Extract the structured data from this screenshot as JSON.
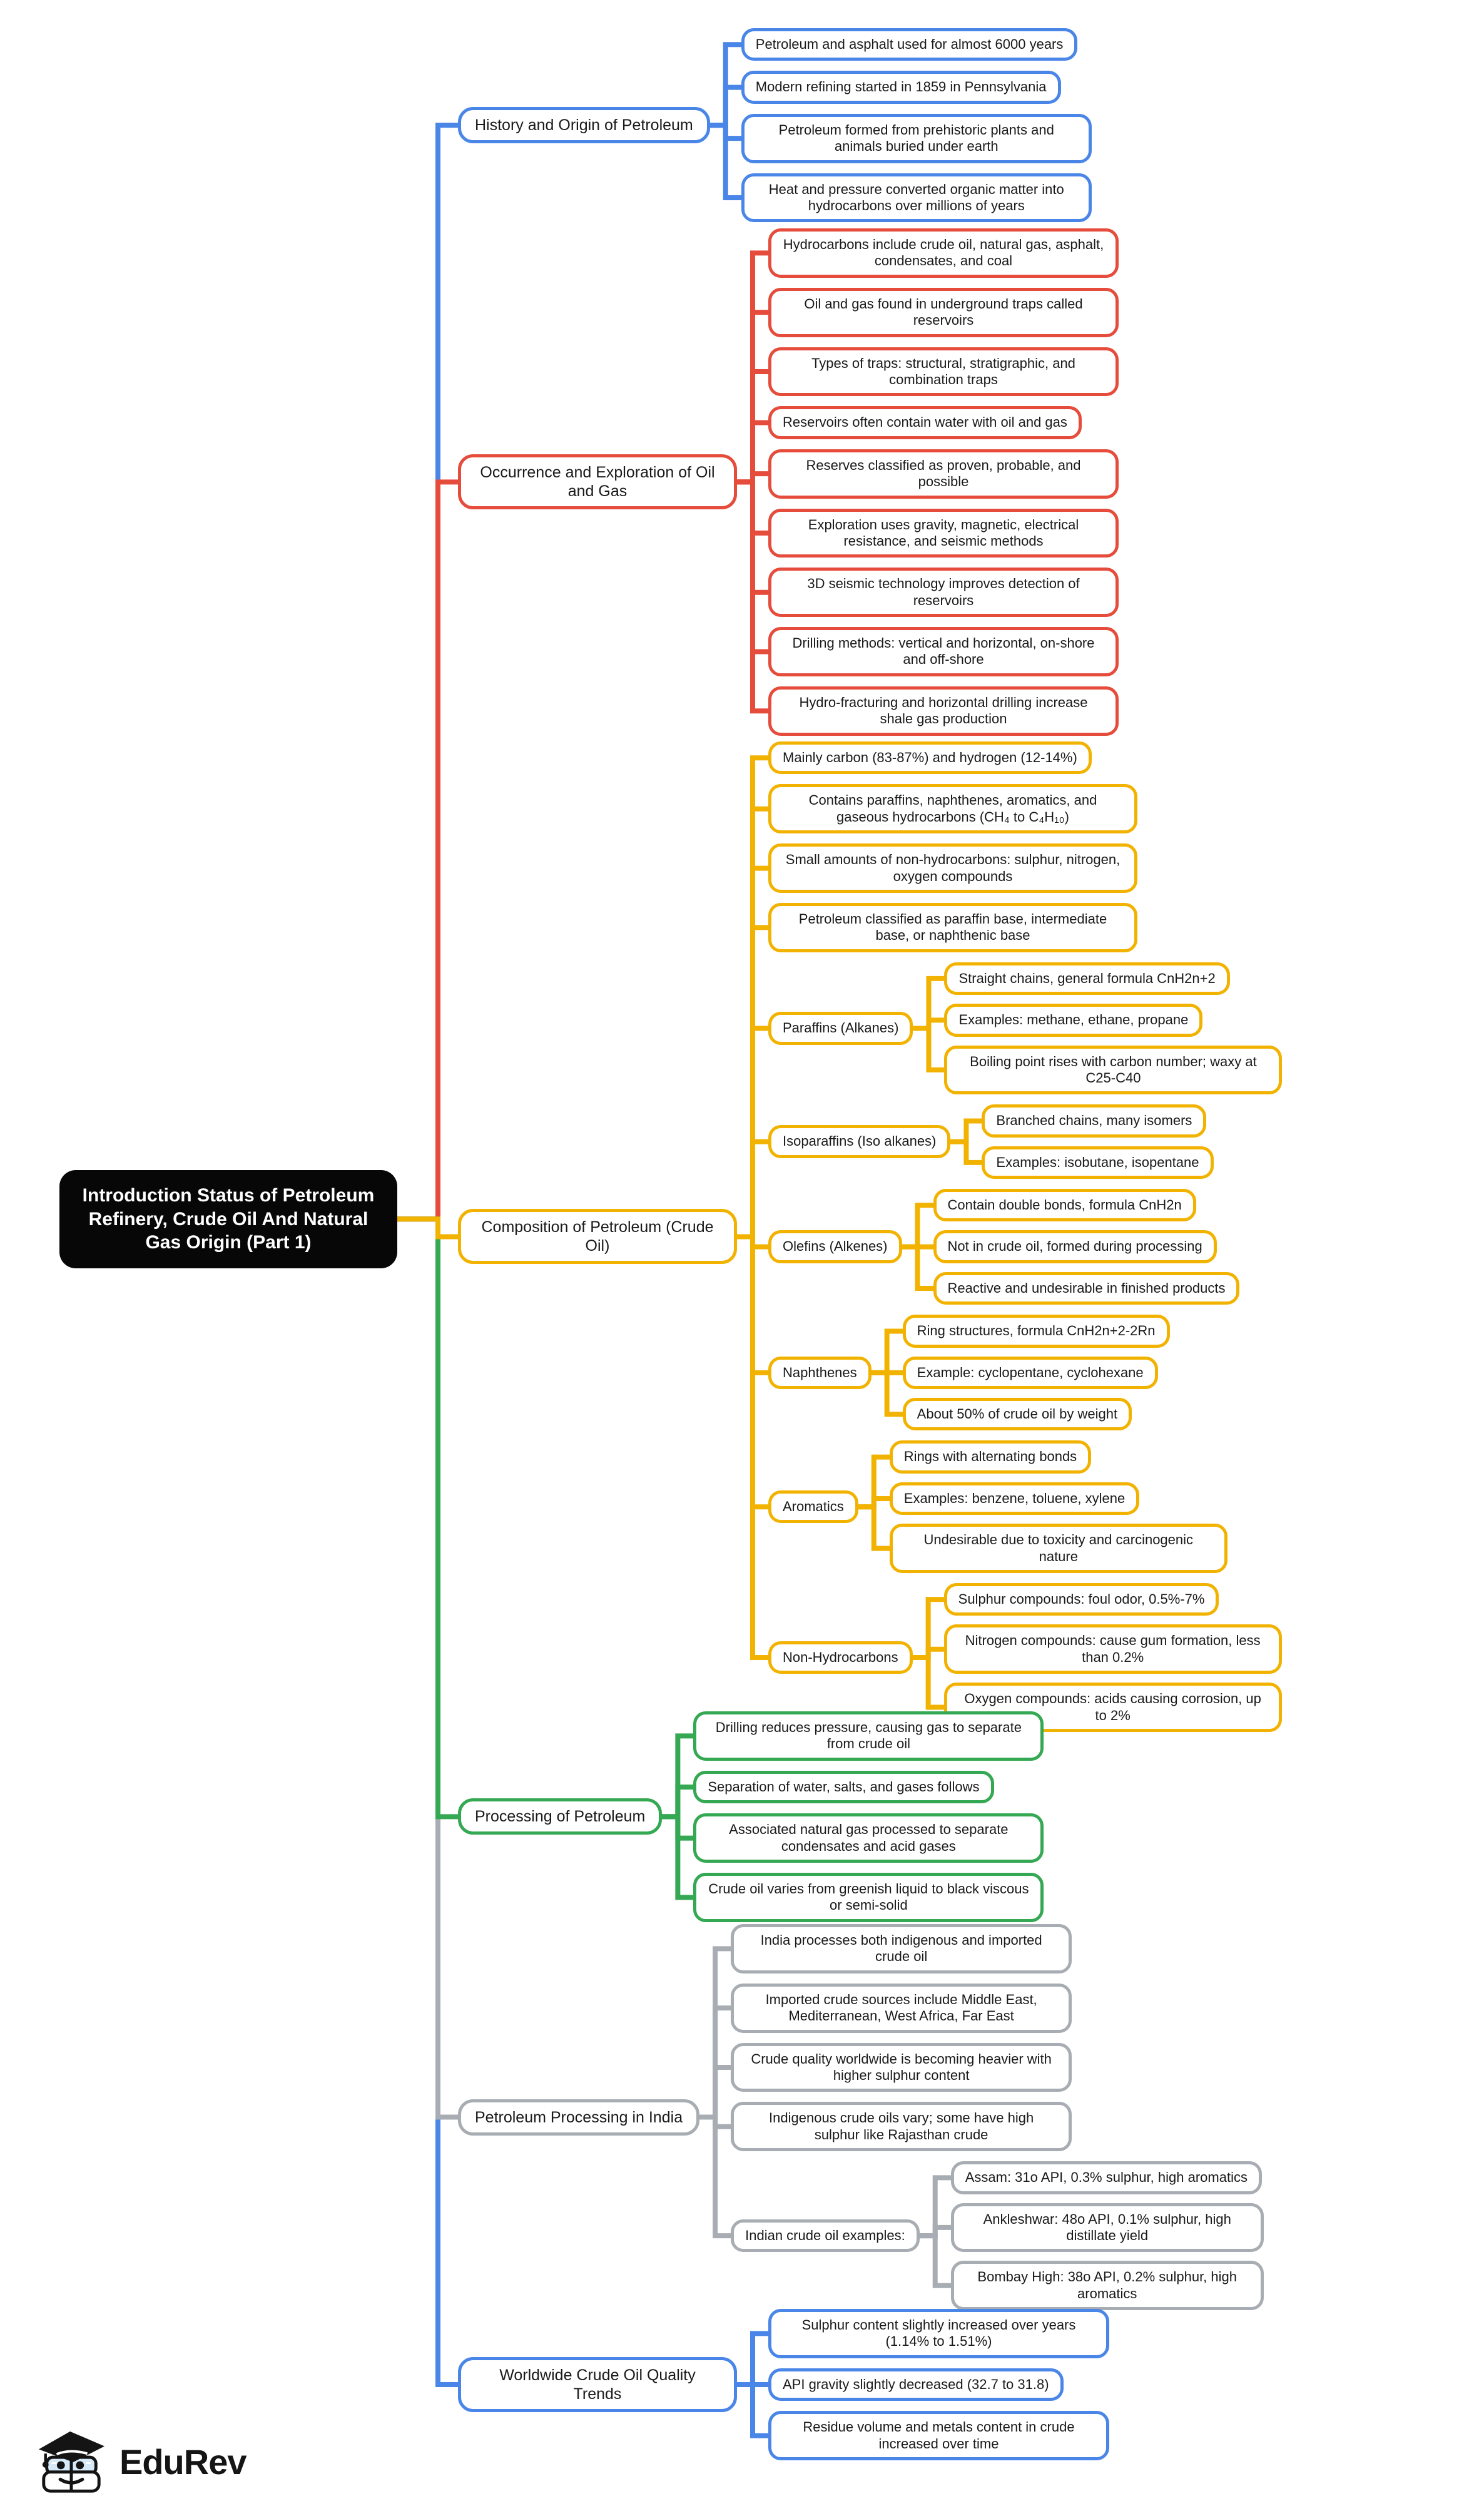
{
  "central": {
    "label": "Introduction Status of Petroleum Refinery, Crude Oil And Natural Gas Origin (Part 1)",
    "bg_color": "#070707",
    "text_color": "#ffffff"
  },
  "branches": [
    {
      "label": "History and Origin of Petroleum",
      "color": "#4a86e8",
      "children": [
        {
          "text": "Petroleum and asphalt used for almost 6000 years"
        },
        {
          "text": "Modern refining started in 1859 in Pennsylvania"
        },
        {
          "text": "Petroleum formed from prehistoric plants and animals buried under earth"
        },
        {
          "text": "Heat and pressure converted organic matter into hydrocarbons over millions of years"
        }
      ]
    },
    {
      "label": "Occurrence and Exploration of Oil and Gas",
      "color": "#e64c3c",
      "children": [
        {
          "text": "Hydrocarbons include crude oil, natural gas, asphalt, condensates, and coal"
        },
        {
          "text": "Oil and gas found in underground traps called reservoirs"
        },
        {
          "text": "Types of traps: structural, stratigraphic, and combination traps"
        },
        {
          "text": "Reservoirs often contain water with oil and gas"
        },
        {
          "text": "Reserves classified as proven, probable, and possible"
        },
        {
          "text": "Exploration uses gravity, magnetic, electrical resistance, and seismic methods"
        },
        {
          "text": "3D seismic technology improves detection of reservoirs"
        },
        {
          "text": "Drilling methods: vertical and horizontal, on-shore and off-shore"
        },
        {
          "text": "Hydro-fracturing and horizontal drilling increase shale gas production"
        }
      ]
    },
    {
      "label": "Composition of Petroleum (Crude Oil)",
      "color": "#f2b200",
      "children": [
        {
          "text": "Mainly carbon (83-87%) and hydrogen (12-14%)"
        },
        {
          "text": "Contains paraffins, naphthenes, aromatics, and gaseous hydrocarbons (CH₄ to C₄H₁₀)"
        },
        {
          "text": "Small amounts of non-hydrocarbons: sulphur, nitrogen, oxygen compounds"
        },
        {
          "text": "Petroleum classified as paraffin base, intermediate base, or naphthenic base"
        },
        {
          "label": "Paraffins (Alkanes)",
          "children": [
            {
              "text": "Straight chains, general formula CnH2n+2"
            },
            {
              "text": "Examples: methane, ethane, propane"
            },
            {
              "text": "Boiling point rises with carbon number; waxy at C25-C40"
            }
          ]
        },
        {
          "label": "Isoparaffins (Iso alkanes)",
          "children": [
            {
              "text": "Branched chains, many isomers"
            },
            {
              "text": "Examples: isobutane, isopentane"
            }
          ]
        },
        {
          "label": "Olefins (Alkenes)",
          "children": [
            {
              "text": "Contain double bonds, formula CnH2n"
            },
            {
              "text": "Not in crude oil, formed during processing"
            },
            {
              "text": "Reactive and undesirable in finished products"
            }
          ]
        },
        {
          "label": "Naphthenes",
          "children": [
            {
              "text": "Ring structures, formula CnH2n+2-2Rn"
            },
            {
              "text": "Example: cyclopentane, cyclohexane"
            },
            {
              "text": "About 50% of crude oil by weight"
            }
          ]
        },
        {
          "label": "Aromatics",
          "children": [
            {
              "text": "Rings with alternating bonds"
            },
            {
              "text": "Examples: benzene, toluene, xylene"
            },
            {
              "text": "Undesirable due to toxicity and carcinogenic nature"
            }
          ]
        },
        {
          "label": "Non-Hydrocarbons",
          "children": [
            {
              "text": "Sulphur compounds: foul odor, 0.5%-7%"
            },
            {
              "text": "Nitrogen compounds: cause gum formation, less than 0.2%"
            },
            {
              "text": "Oxygen compounds: acids causing corrosion, up to 2%"
            }
          ]
        }
      ]
    },
    {
      "label": "Processing of Petroleum",
      "color": "#34a853",
      "children": [
        {
          "text": "Drilling reduces pressure, causing gas to separate from crude oil"
        },
        {
          "text": "Separation of water, salts, and gases follows"
        },
        {
          "text": "Associated natural gas processed to separate condensates and acid gases"
        },
        {
          "text": "Crude oil varies from greenish liquid to black viscous or semi-solid"
        }
      ]
    },
    {
      "label": "Petroleum Processing in India",
      "color": "#a8adb3",
      "children": [
        {
          "text": "India processes both indigenous and imported crude oil"
        },
        {
          "text": "Imported crude sources include Middle East, Mediterranean, West Africa, Far East"
        },
        {
          "text": "Crude quality worldwide is becoming heavier with higher sulphur content"
        },
        {
          "text": "Indigenous crude oils vary; some have high sulphur like Rajasthan crude"
        },
        {
          "label": "Indian crude oil examples:",
          "children": [
            {
              "text": "Assam: 31o API, 0.3% sulphur, high aromatics"
            },
            {
              "text": "Ankleshwar: 48o API, 0.1% sulphur, high distillate yield"
            },
            {
              "text": "Bombay High: 38o API, 0.2% sulphur, high aromatics"
            }
          ]
        }
      ]
    },
    {
      "label": "Worldwide Crude Oil Quality Trends",
      "color": "#4a86e8",
      "children": [
        {
          "text": "Sulphur content slightly increased over years (1.14% to 1.51%)"
        },
        {
          "text": "API gravity slightly decreased (32.7 to 31.8)"
        },
        {
          "text": "Residue volume and metals content in crude increased over time"
        }
      ]
    }
  ],
  "footer": {
    "logo_text": "EduRev"
  }
}
